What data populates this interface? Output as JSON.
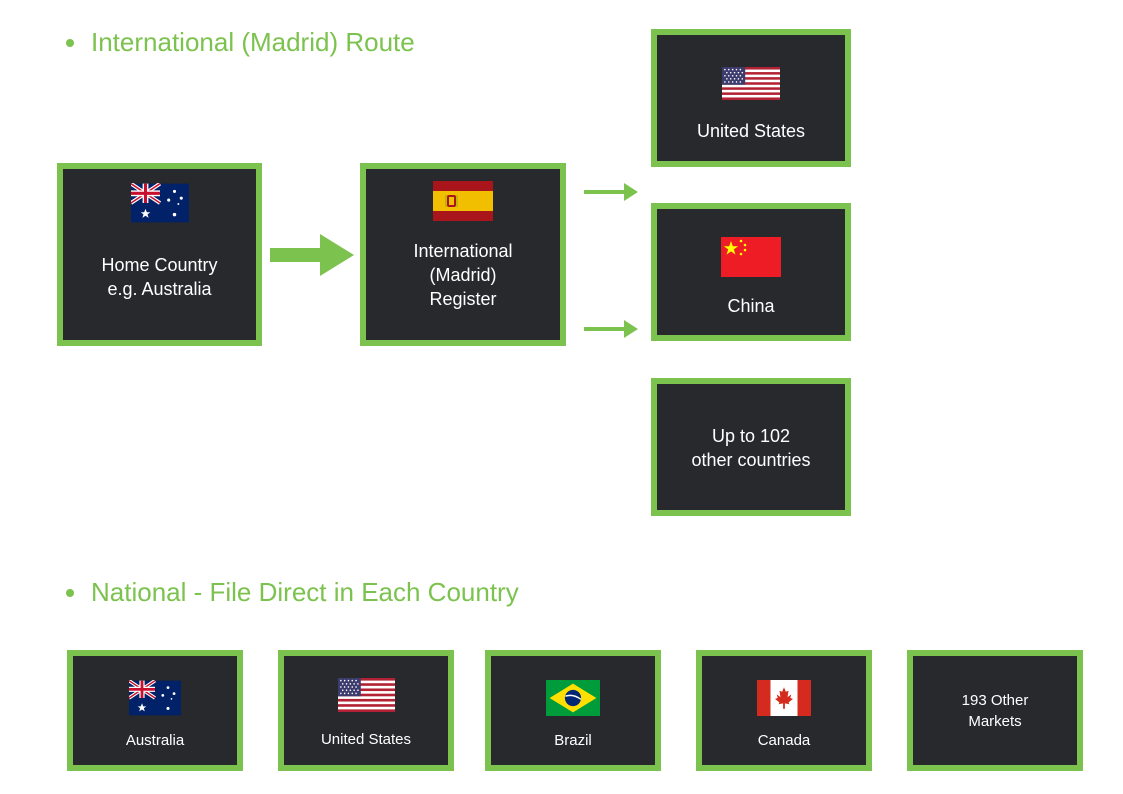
{
  "sections": {
    "international": {
      "heading": "International (Madrid) Route"
    },
    "national": {
      "heading": "National - File Direct in Each Country"
    }
  },
  "flow": {
    "home": {
      "label": "Home Country\ne.g. Australia",
      "flag": "australia-flag"
    },
    "register": {
      "label": "International\n(Madrid)\nRegister",
      "flag": "spain-flag"
    },
    "destinations": [
      {
        "label": "United States",
        "flag": "usa-flag"
      },
      {
        "label": "China",
        "flag": "china-flag"
      },
      {
        "label": "Up to 102\nother countries"
      }
    ]
  },
  "national_boxes": [
    {
      "label": "Australia",
      "flag": "australia-flag"
    },
    {
      "label": "United States",
      "flag": "usa-flag"
    },
    {
      "label": "Brazil",
      "flag": "brazil-flag"
    },
    {
      "label": "Canada",
      "flag": "canada-flag"
    },
    {
      "label": "193 Other\nMarkets"
    }
  ],
  "colors": {
    "accent": "#7cc24e",
    "box_fill": "#28292d",
    "text": "#ffffff"
  }
}
